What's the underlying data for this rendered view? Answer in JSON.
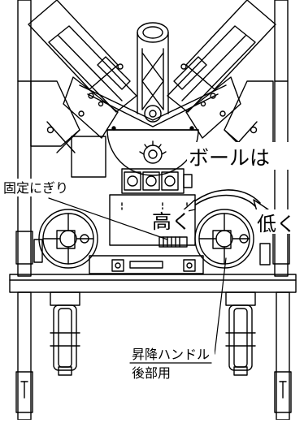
{
  "labels": {
    "ball": "ボールは",
    "high": "高く",
    "low": "低く",
    "fixing_grip": "固定にぎり",
    "lift_handle": "昇降ハンドル",
    "rear_use": "後部用"
  },
  "colors": {
    "line": "#000000",
    "background": "#ffffff"
  }
}
